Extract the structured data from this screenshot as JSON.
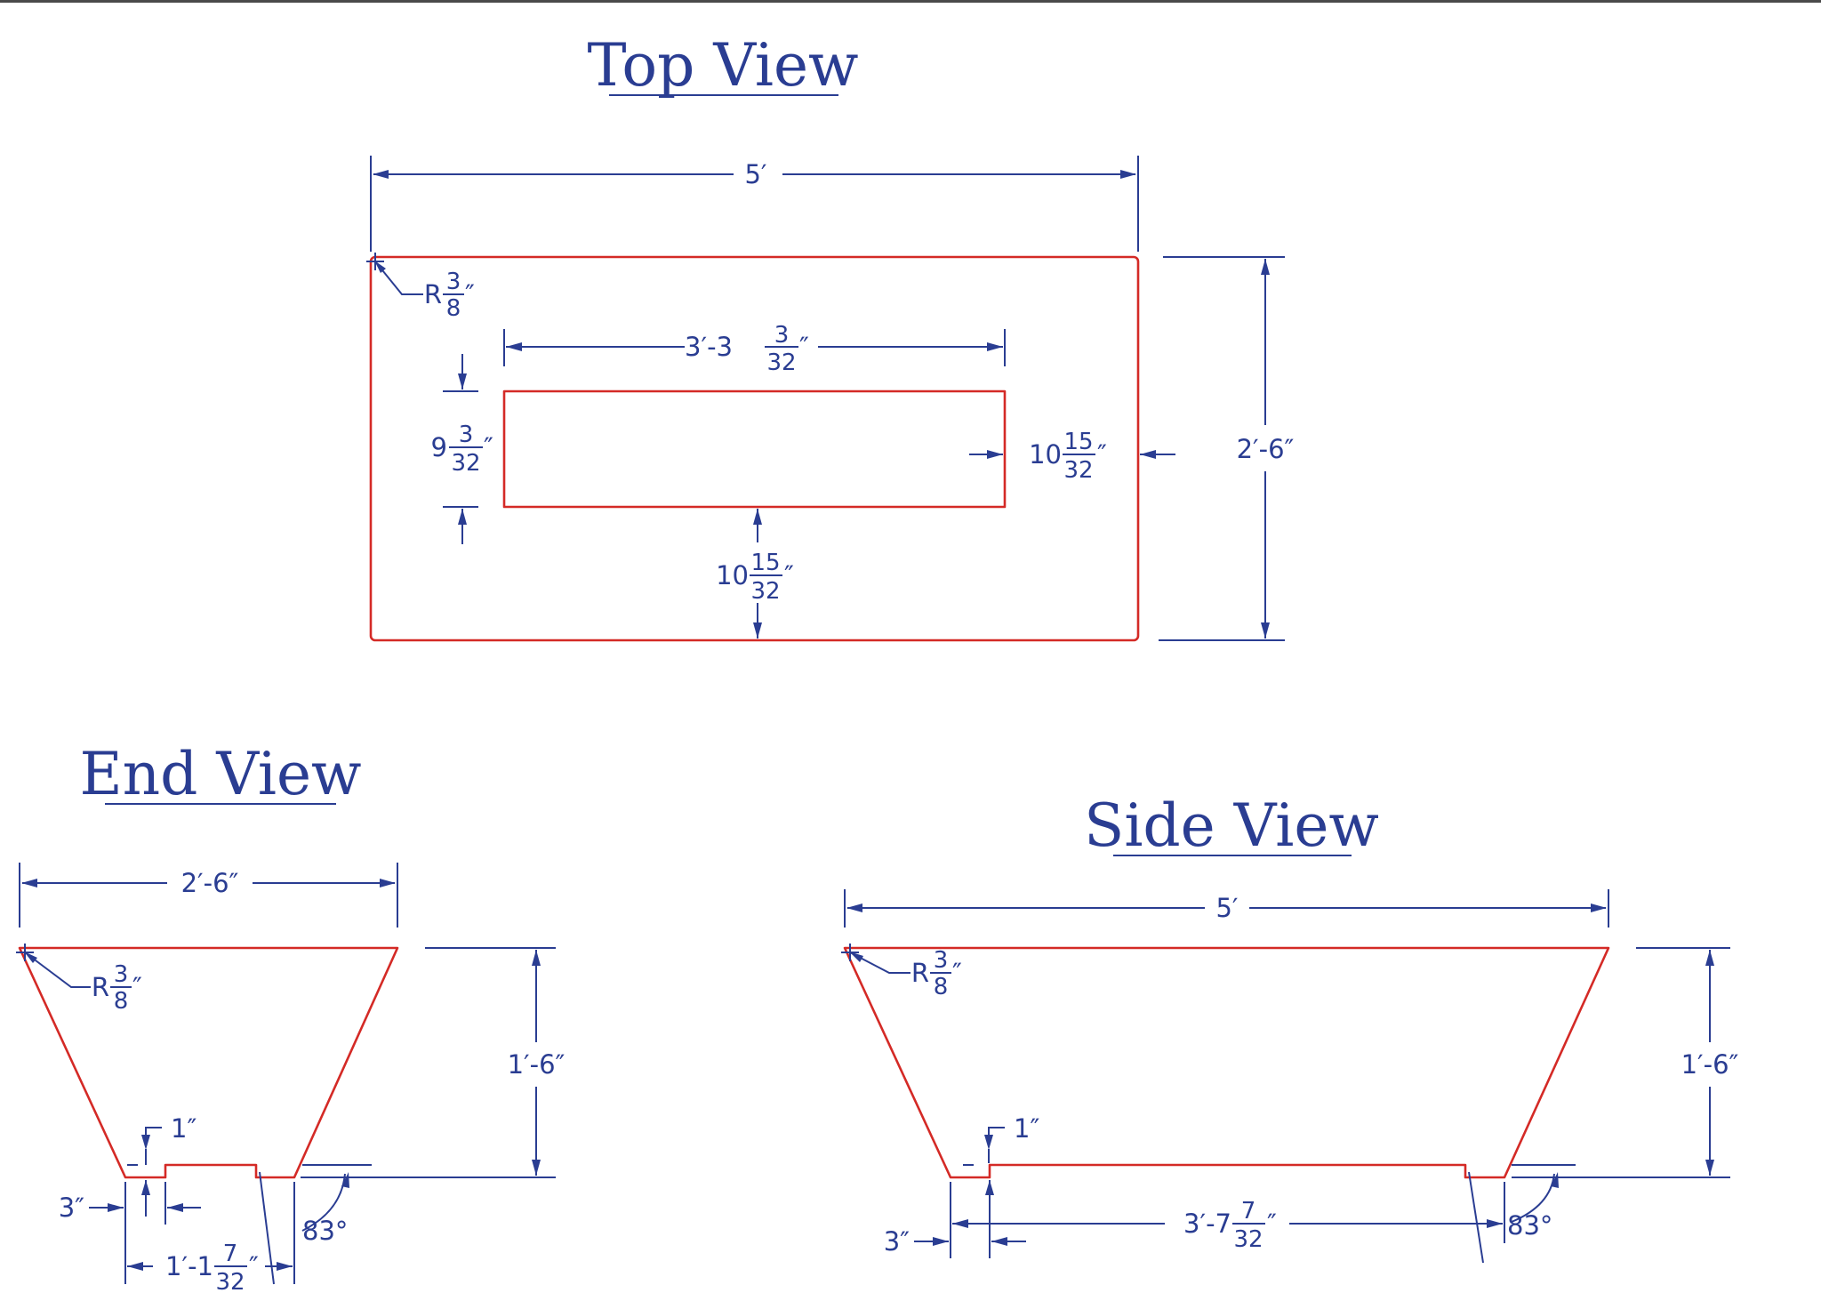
{
  "views": {
    "top": {
      "title": "Top View",
      "width": "5′",
      "depth": "2′-6″",
      "opening_length": {
        "whole": "3′-3",
        "num": "3",
        "den": "32",
        "unit": "″"
      },
      "opening_width": {
        "whole": "9",
        "num": "3",
        "den": "32",
        "unit": "″"
      },
      "end_margin": {
        "whole": "10",
        "num": "15",
        "den": "32",
        "unit": "″"
      },
      "side_margin": {
        "whole": "10",
        "num": "15",
        "den": "32",
        "unit": "″"
      },
      "corner_radius": {
        "whole": "R",
        "num": "3",
        "den": "8",
        "unit": "″"
      }
    },
    "end": {
      "title": "End View",
      "top_width": "2′-6″",
      "height": "1′-6″",
      "notch_height": "1″",
      "notch_width": "3″",
      "angle": "83°",
      "base_width": {
        "whole": "1′-1",
        "num": "7",
        "den": "32",
        "unit": "″"
      },
      "corner_radius": {
        "whole": "R",
        "num": "3",
        "den": "8",
        "unit": "″"
      }
    },
    "side": {
      "title": "Side View",
      "top_length": "5′",
      "height": "1′-6″",
      "notch_height": "1″",
      "notch_width": "3″",
      "angle": "83°",
      "base_length": {
        "whole": "3′-7",
        "num": "7",
        "den": "32",
        "unit": "″"
      },
      "corner_radius": {
        "whole": "R",
        "num": "3",
        "den": "8",
        "unit": "″"
      }
    }
  },
  "colors": {
    "part_outline": "#d42a26",
    "dimension": "#2a3d92",
    "background": "#ffffff"
  }
}
